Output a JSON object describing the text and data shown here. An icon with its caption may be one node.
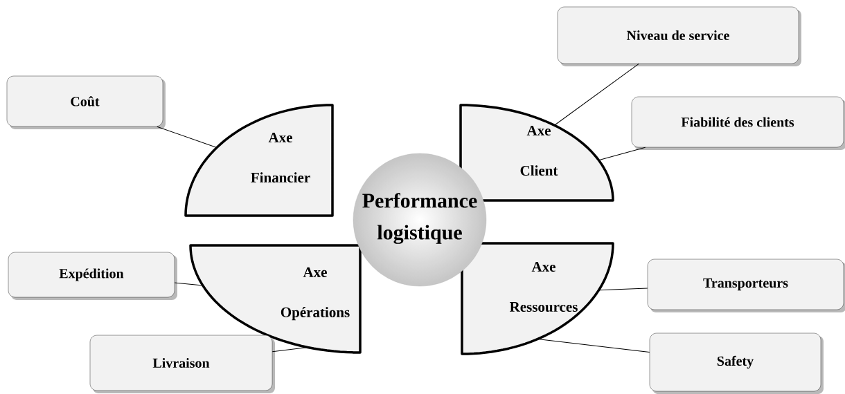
{
  "diagram": {
    "nodes": [
      {
        "text": [
          "Performance logistique"
        ]
      },
      {
        "text": [
          "Axe Financier"
        ]
      },
      {
        "text": [
          "Axe Client"
        ]
      },
      {
        "text": [
          "Axe Opérations"
        ]
      },
      {
        "text": [
          "Axe Ressources"
        ]
      },
      {
        "text": [
          "Coût"
        ]
      },
      {
        "text": [
          "Niveau de service"
        ]
      },
      {
        "text": [
          "Fiabilité des clients"
        ]
      },
      {
        "text": [
          "Expédition"
        ]
      },
      {
        "text": [
          "Transporteurs"
        ]
      },
      {
        "text": [
          "Livraison"
        ]
      },
      {
        "text": [
          "Safety"
        ]
      }
    ],
    "edges": [
      {
        "from": 5,
        "to": 1,
        "arrow": "none"
      },
      {
        "from": 6,
        "to": 2,
        "arrow": "none"
      },
      {
        "from": 7,
        "to": 2,
        "arrow": "none"
      },
      {
        "from": 8,
        "to": 3,
        "arrow": "none"
      },
      {
        "from": 10,
        "to": 3,
        "arrow": "none"
      },
      {
        "from": 9,
        "to": 4,
        "arrow": "none"
      },
      {
        "from": 11,
        "to": 4,
        "arrow": "none"
      }
    ]
  }
}
